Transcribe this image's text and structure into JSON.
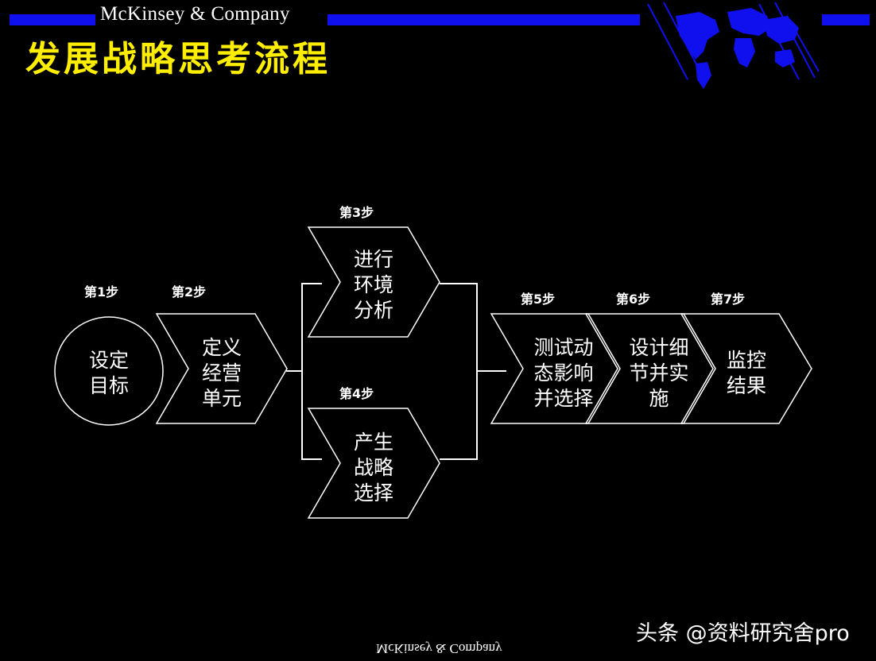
{
  "header": {
    "brand": "McKinsey & Company",
    "title": "发展战略思考流程",
    "bar_color": "#1010ee",
    "title_color": "#ffee00"
  },
  "steps": [
    {
      "step_label": "第1步",
      "lines": [
        "设定",
        "目标"
      ],
      "shape": "circle"
    },
    {
      "step_label": "第2步",
      "lines": [
        "定义",
        "经营",
        "单元"
      ],
      "shape": "chevron"
    },
    {
      "step_label": "第3步",
      "lines": [
        "进行",
        "环境",
        "分析"
      ],
      "shape": "chevron"
    },
    {
      "step_label": "第4步",
      "lines": [
        "产生",
        "战略",
        "选择"
      ],
      "shape": "chevron"
    },
    {
      "step_label": "第5步",
      "lines": [
        "测试动",
        "态影响",
        "并选择"
      ],
      "shape": "chevron"
    },
    {
      "step_label": "第6步",
      "lines": [
        "设计细",
        "节并实",
        "施"
      ],
      "shape": "chevron"
    },
    {
      "step_label": "第7步",
      "lines": [
        "监控",
        "结果"
      ],
      "shape": "chevron"
    }
  ],
  "footer": {
    "mirrored_brand": "McKinsey & Company",
    "watermark": "头条 @资料研究舍pro"
  }
}
